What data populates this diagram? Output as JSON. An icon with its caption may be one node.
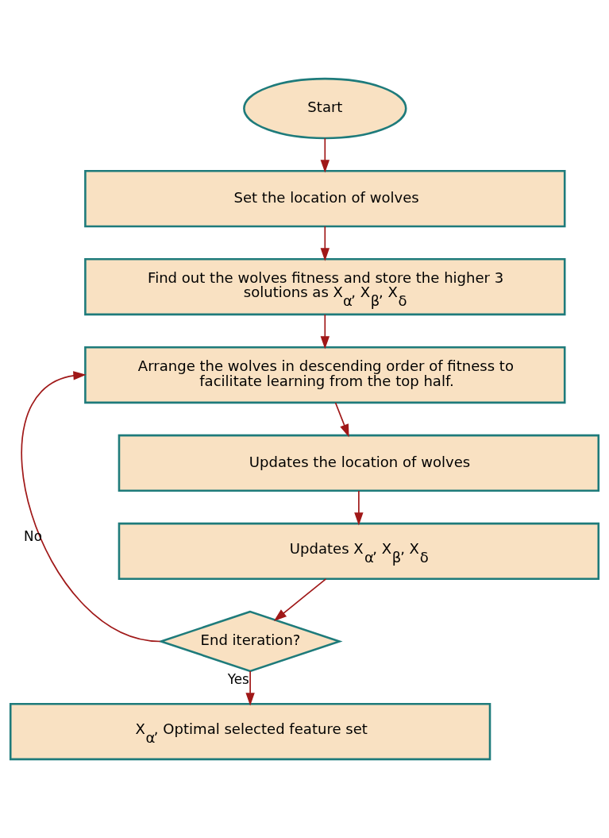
{
  "diagram": {
    "nodes": [
      {
        "text": [
          "Start"
        ]
      },
      {
        "text": [
          "Set the location of wolves"
        ]
      },
      {
        "text": [
          "Find out the wolves fitness and store the higher 3 solutions as X$_{α}$, X$_{β}$, X$_{δ}$"
        ]
      },
      {
        "text": [
          "Arrange the wolves in descending order of fitness to facilitate learning from the top half."
        ]
      },
      {
        "text": [
          "Updates the location of wolves"
        ]
      },
      {
        "text": [
          "Updates X$_{α}$, X$_{β}$, X$_{δ}$"
        ]
      },
      {
        "text": [
          "End iteration?"
        ]
      },
      {
        "text": [
          "X$_{α}$, Optimal selected feature set"
        ]
      }
    ],
    "edges": [
      {
        "from": 0,
        "to": 1,
        "arrow": "to"
      },
      {
        "from": 1,
        "to": 2,
        "arrow": "to"
      },
      {
        "from": 2,
        "to": 3,
        "arrow": "to"
      },
      {
        "from": 3,
        "to": 4,
        "arrow": "to"
      },
      {
        "from": 4,
        "to": 5,
        "arrow": "to"
      },
      {
        "from": 5,
        "to": 6,
        "arrow": "to"
      },
      {
        "from": 6,
        "to": 3,
        "arrow": "to",
        "label": "No"
      },
      {
        "from": 6,
        "to": 7,
        "arrow": "to",
        "label": "Yes"
      }
    ]
  }
}
